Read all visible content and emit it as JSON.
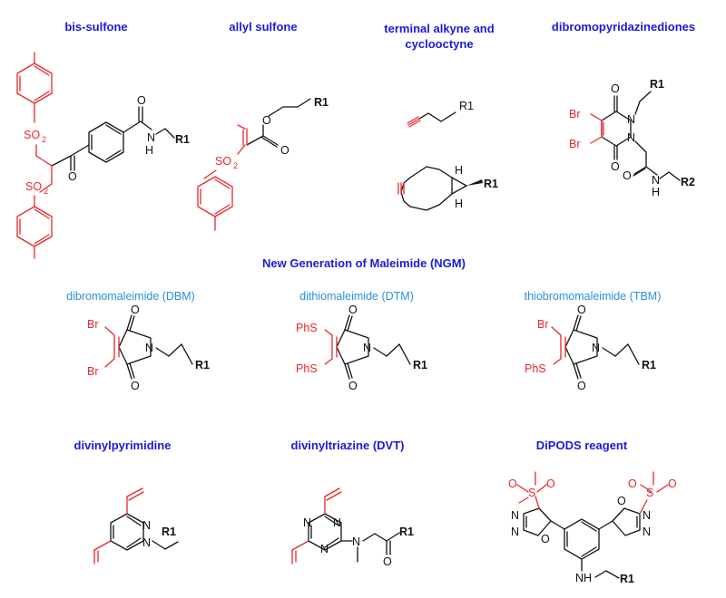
{
  "colors": {
    "heading": "#1a1adb",
    "subheading": "#2b8fdc",
    "highlight": "#e8272b",
    "structure": "#111111"
  },
  "sections": {
    "bis_sulfone": "bis-sulfone",
    "allyl_sulfone": "allyl sulfone",
    "alkyne_line1": "terminal alkyne and",
    "alkyne_line2": "cyclooctyne",
    "dibromopyridazinediones": "dibromopyridazinediones",
    "ngm": "New Generation of Maleimide (NGM)",
    "dbm": "dibromomaleimide (DBM)",
    "dtm": "dithiomaleimide (DTM)",
    "tbm": "thiobromomaleimide (TBM)",
    "divinylpyrimidine": "divinylpyrimidine",
    "dvt": "divinyltriazine (DVT)",
    "dipods": "DiPODS reagent"
  },
  "atoms": {
    "r1": "R1",
    "r2": "R2",
    "o": "O",
    "n": "N",
    "nh": "NH",
    "h": "H",
    "br": "Br",
    "phs": "PhS",
    "so2": "SO",
    "sub2": "2",
    "s": "S"
  }
}
